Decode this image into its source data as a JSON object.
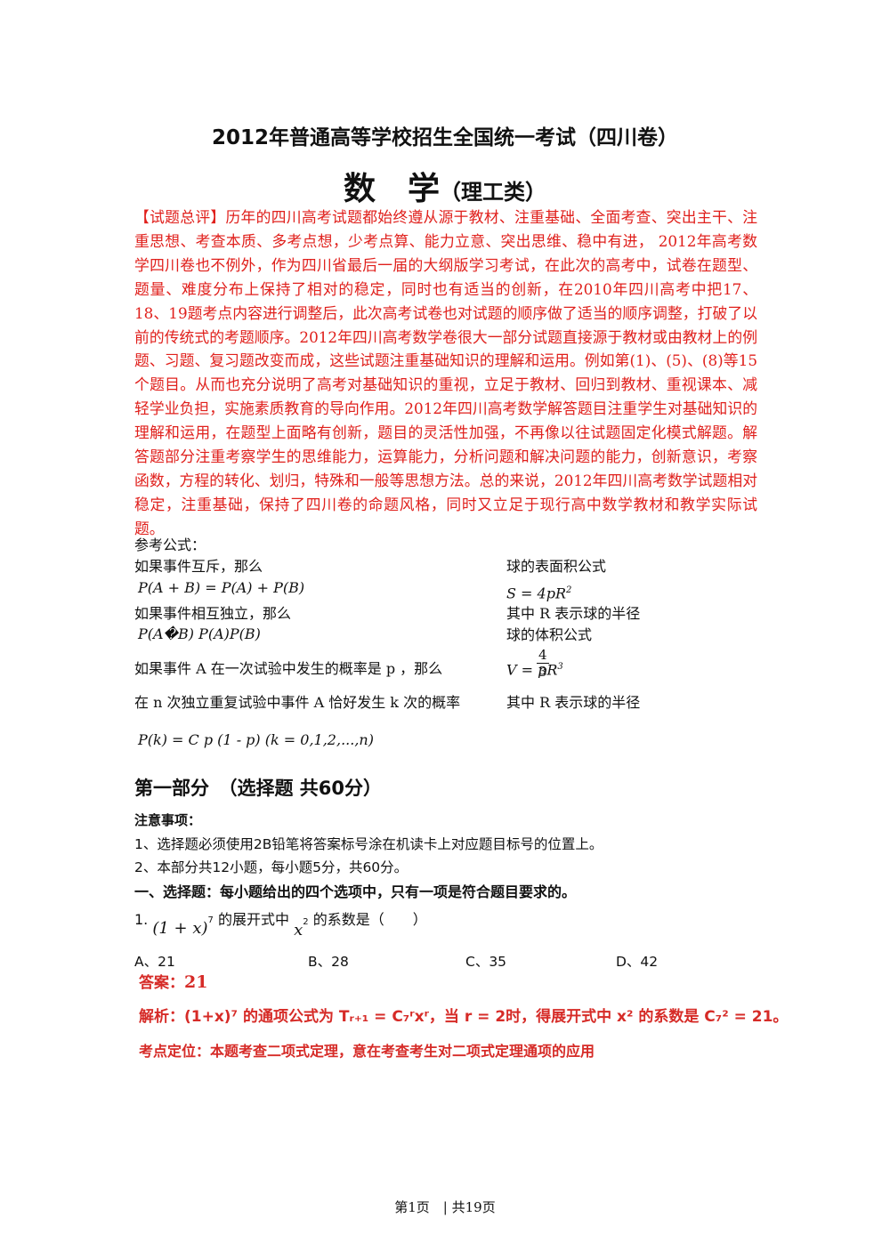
{
  "header": {
    "title": "2012年普通高等学校招生全国统一考试（四川卷）",
    "subject_main": "数　学",
    "subject_sub": "（理工类）"
  },
  "review": {
    "text": "【试题总评】历年的四川高考试题都始终遵从源于教材、注重基础、全面考查、突出主干、注重思想、考查本质、多考点想，少考点算、能力立意、突出思维、稳中有进，  2012年高考数学四川卷也不例外，作为四川省最后一届的大纲版学习考试，在此次的高考中，试卷在题型、题量、难度分布上保持了相对的稳定，同时也有适当的创新，在2010年四川高考中把17、18、19题考点内容进行调整后，此次高考试卷也对试题的顺序做了适当的顺序调整，打破了以前的传统式的考题顺序。2012年四川高考数学卷很大一部分试题直接源于教材或由教材上的例题、习题、复习题改变而成，这些试题注重基础知识的理解和运用。例如第(1)、(5)、(8)等15个题目。从而也充分说明了高考对基础知识的重视，立足于教材、回归到教材、重视课本、减轻学业负担，实施素质教育的导向作用。2012年四川高考数学解答题目注重学生对基础知识的理解和运用，在题型上面略有创新，题目的灵活性加强，不再像以往试题固定化模式解题。解答题部分注重考察学生的思维能力，运算能力，分析问题和解决问题的能力，创新意识，考察函数，方程的转化、划归，特殊和一般等思想方法。总的来说，2012年四川高考数学试题相对稳定，注重基础，保持了四川卷的命题风格，同时又立足于现行高中数学教材和教学实际试题。"
  },
  "formulas": {
    "label": "参考公式：",
    "left": [
      "如果事件互斥，那么",
      "P(A + B) = P(A) + P(B)",
      "如果事件相互独立，那么",
      "P(A�B)   P(A)P(B)",
      "如果事件 A 在一次试验中发生的概率是 p ，那么",
      "在 n 次独立重复试验中事件 A 恰好发生 k 次的概率",
      "P(k) = C p (1 -  p)    (k = 0,1,2,...,n)"
    ],
    "right": [
      "球的表面积公式",
      "S = 4pR",
      "其中 R 表示球的半径",
      "球的体积公式",
      "V =   pR",
      "其中 R 表示球的半径"
    ],
    "frac_num": "4",
    "frac_den": "3"
  },
  "part": {
    "title": "第一部分　（选择题  共60分）"
  },
  "notice": {
    "heading": "注意事项：",
    "item1": "1、选择题必须使用2B铅笔将答案标号涂在机读卡上对应题目标号的位置上。",
    "item2": "2、本部分共12小题，每小题5分，共60分。",
    "section": "一、选择题：每小题给出的四个选项中，只有一项是符合题目要求的。"
  },
  "question1": {
    "number": "1.",
    "expr": "(1 + x)",
    "exp": "7",
    "mid": "的展开式中",
    "var": "x",
    "var_exp": "2",
    "tail": "的系数是（　　）",
    "options": [
      "A、21",
      "B、28",
      "C、35",
      "D、42"
    ],
    "answer_label": "答案：",
    "answer_value": "21",
    "analysis": "解析：(1+x)⁷ 的通项公式为 Tᵣ₊₁ = C₇ʳxʳ，当 r = 2时，得展开式中 x² 的系数是 C₇² = 21。",
    "point": "考点定位：本题考查二项式定理，意在考查考生对二项式定理通项的应用"
  },
  "footer": {
    "text": "第1页　|  共19页"
  }
}
